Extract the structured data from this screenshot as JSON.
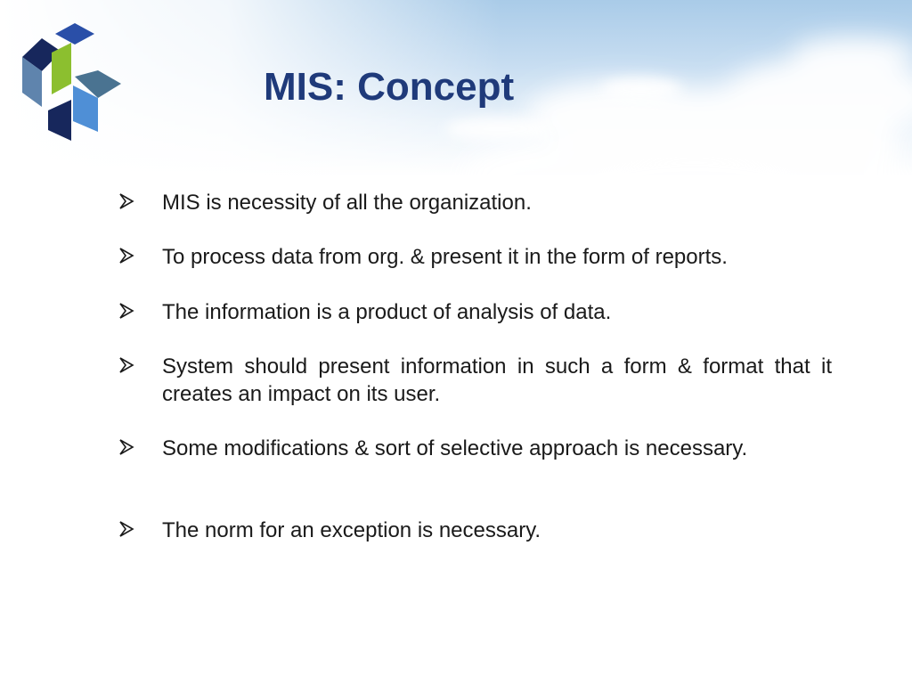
{
  "slide": {
    "title": "MIS: Concept",
    "logo_icon": "stacked-cubes-logo-icon",
    "bullet_icon": "arrowhead-bullet-icon",
    "bullets": [
      "MIS is necessity of all the organization.",
      "To process data from org. & present it in the form of reports.",
      "The information is a product of analysis of data.",
      "System should present information in such a form & format that it creates an impact on its user.",
      "Some modifications & sort of selective approach is necessary.",
      "The norm for an exception is necessary."
    ]
  },
  "colors": {
    "title": "#1f3a7a",
    "text": "#1a1a1a",
    "sky_top": "#a9cbe8",
    "sky_light": "#dcebf7",
    "cloud": "#ffffff",
    "logo_navy": "#17275c",
    "logo_blue": "#2a4fa8",
    "logo_green": "#8cbf2f",
    "logo_steel": "#5f84ad",
    "logo_sky": "#4f8fd6",
    "logo_slate": "#4a7391"
  }
}
